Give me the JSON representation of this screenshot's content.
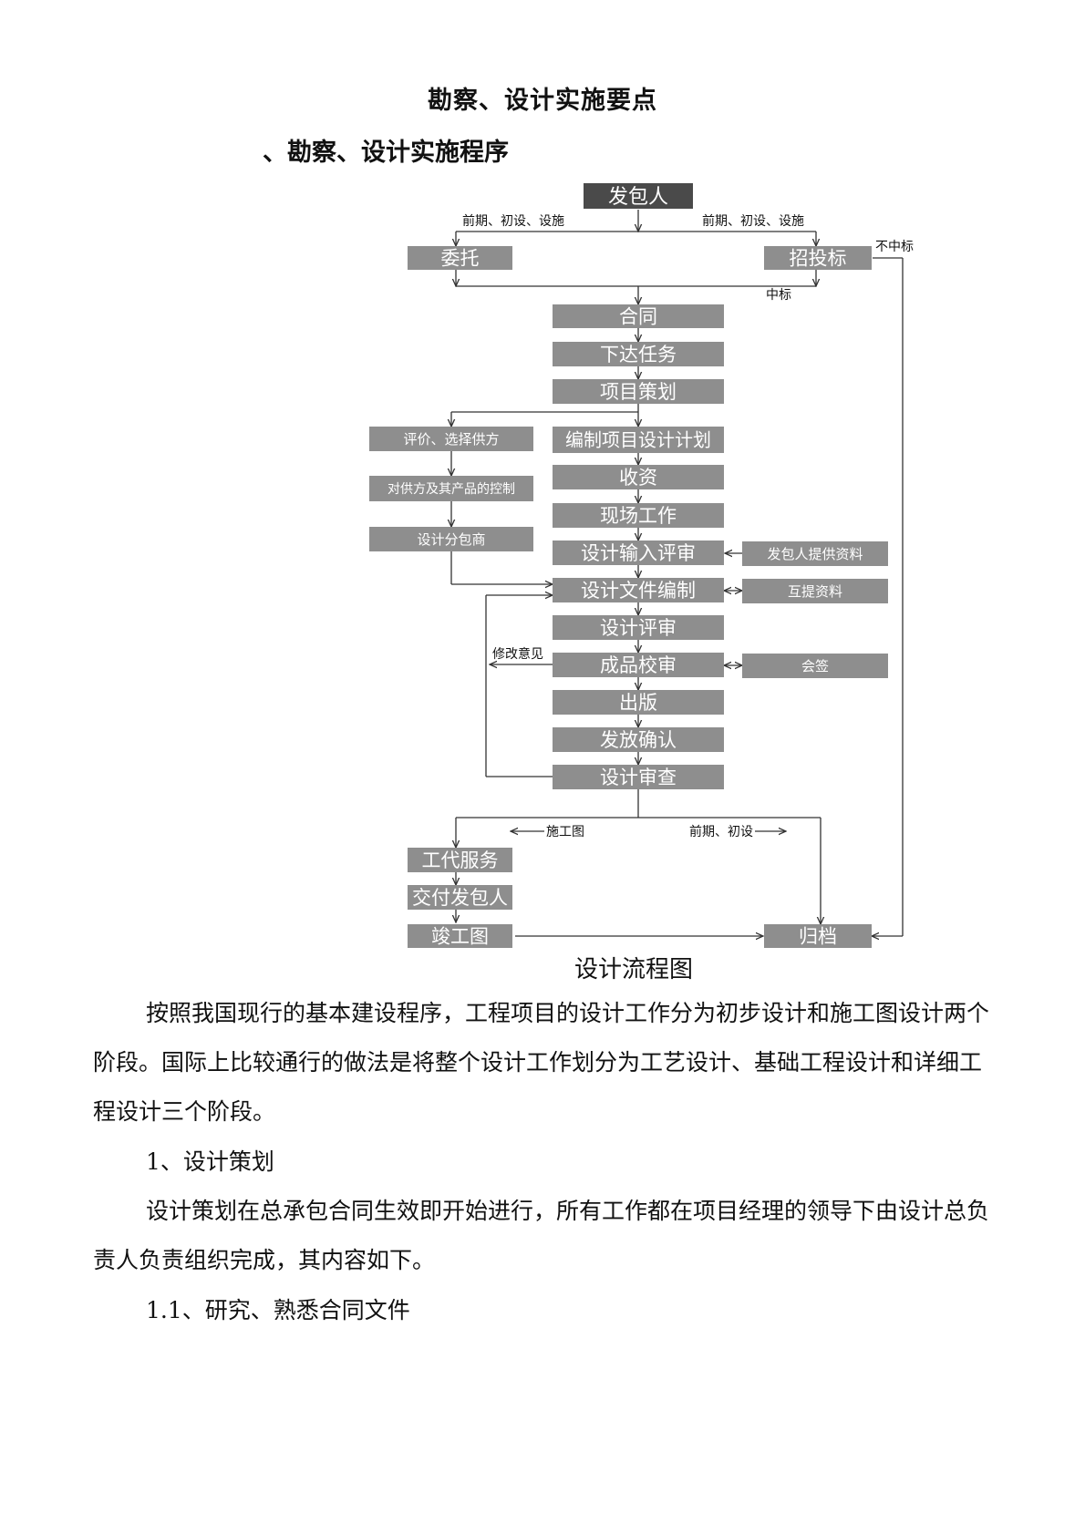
{
  "doc": {
    "title": "勘察、设计实施要点",
    "subtitle": "、勘察、设计实施程序",
    "caption": "设计流程图",
    "paragraph1": "按照我国现行的基本建设程序，工程项目的设计工作分为初步设计和施工图设计两个阶段。国际上比较通行的做法是将整个设计工作划分为工艺设计、基础工程设计和详细工程设计三个阶段。",
    "heading1": "1、设计策划",
    "paragraph2": "设计策划在总承包合同生效即开始进行，所有工作都在项目经理的领导下由设计总负责人负责组织完成，其内容如下。",
    "heading2": "1.1、研究、熟悉合同文件"
  },
  "flow": {
    "boxes": {
      "fabaoren": "发包人",
      "weituo": "委托",
      "zhaotoubiao": "招投标",
      "hetong": "合同",
      "xiada": "下达任务",
      "cehua": "项目策划",
      "pingjia": "评价、选择供方",
      "kongzhi": "对供方及其产品的控制",
      "fenbao": "设计分包商",
      "jihua": "编制项目设计计划",
      "shouzi": "收资",
      "xianchang": "现场工作",
      "shuru": "设计输入评审",
      "tigong": "发包人提供资料",
      "bianzhi": "设计文件编制",
      "huti": "互提资料",
      "pingshen": "设计评审",
      "jiaoshen": "成品校审",
      "huiqian": "会签",
      "chuban": "出版",
      "fafang": "发放确认",
      "shencha": "设计审查",
      "gongdai": "工代服务",
      "jiaofu": "交付发包人",
      "jungong": "竣工图",
      "guidang": "归档"
    },
    "labels": {
      "left_top": "前期、初设、设施",
      "right_top": "前期、初设、设施",
      "bu_zhongbiao": "不中标",
      "zhongbiao": "中标",
      "xiugai": "修改意见",
      "shigongtu": "施工图",
      "qianqi_chushe": "前期、初设"
    },
    "colors": {
      "dark": "#4a4a4a",
      "gray": "#8e8e8e",
      "line": "#333333"
    }
  }
}
